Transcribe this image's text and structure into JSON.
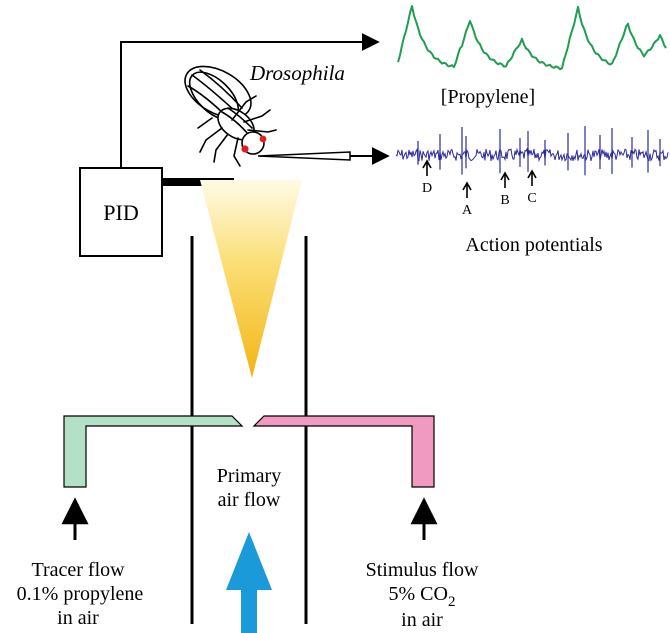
{
  "labels": {
    "pid": "PID",
    "organism": "Drosophila",
    "propylene": "[Propylene]",
    "action_potentials": "Action potentials",
    "primary_flow": [
      "Primary",
      "air flow"
    ],
    "tracer_flow": [
      "Tracer flow",
      "0.1% propylene",
      "in air"
    ],
    "stimulus_flow": {
      "line1": "Stimulus flow",
      "line2_text": "5% CO",
      "line2_subscript": "2",
      "line3": "in air"
    },
    "spike_markers": [
      "D",
      "A",
      "B",
      "C"
    ]
  },
  "colors": {
    "propylene_trace": "#1e9e50",
    "action_potential_trace": "#2a2aa0",
    "tracer_tube": "#b3e0c6",
    "stimulus_tube": "#f09ac2",
    "primary_flow_arrow": "#1a9ad8",
    "plume": "#f2b514",
    "fly_eye": "#e0201c"
  },
  "icons": {
    "fly": "drosophila-fly-icon",
    "recording_electrode": "electrode-icon"
  }
}
